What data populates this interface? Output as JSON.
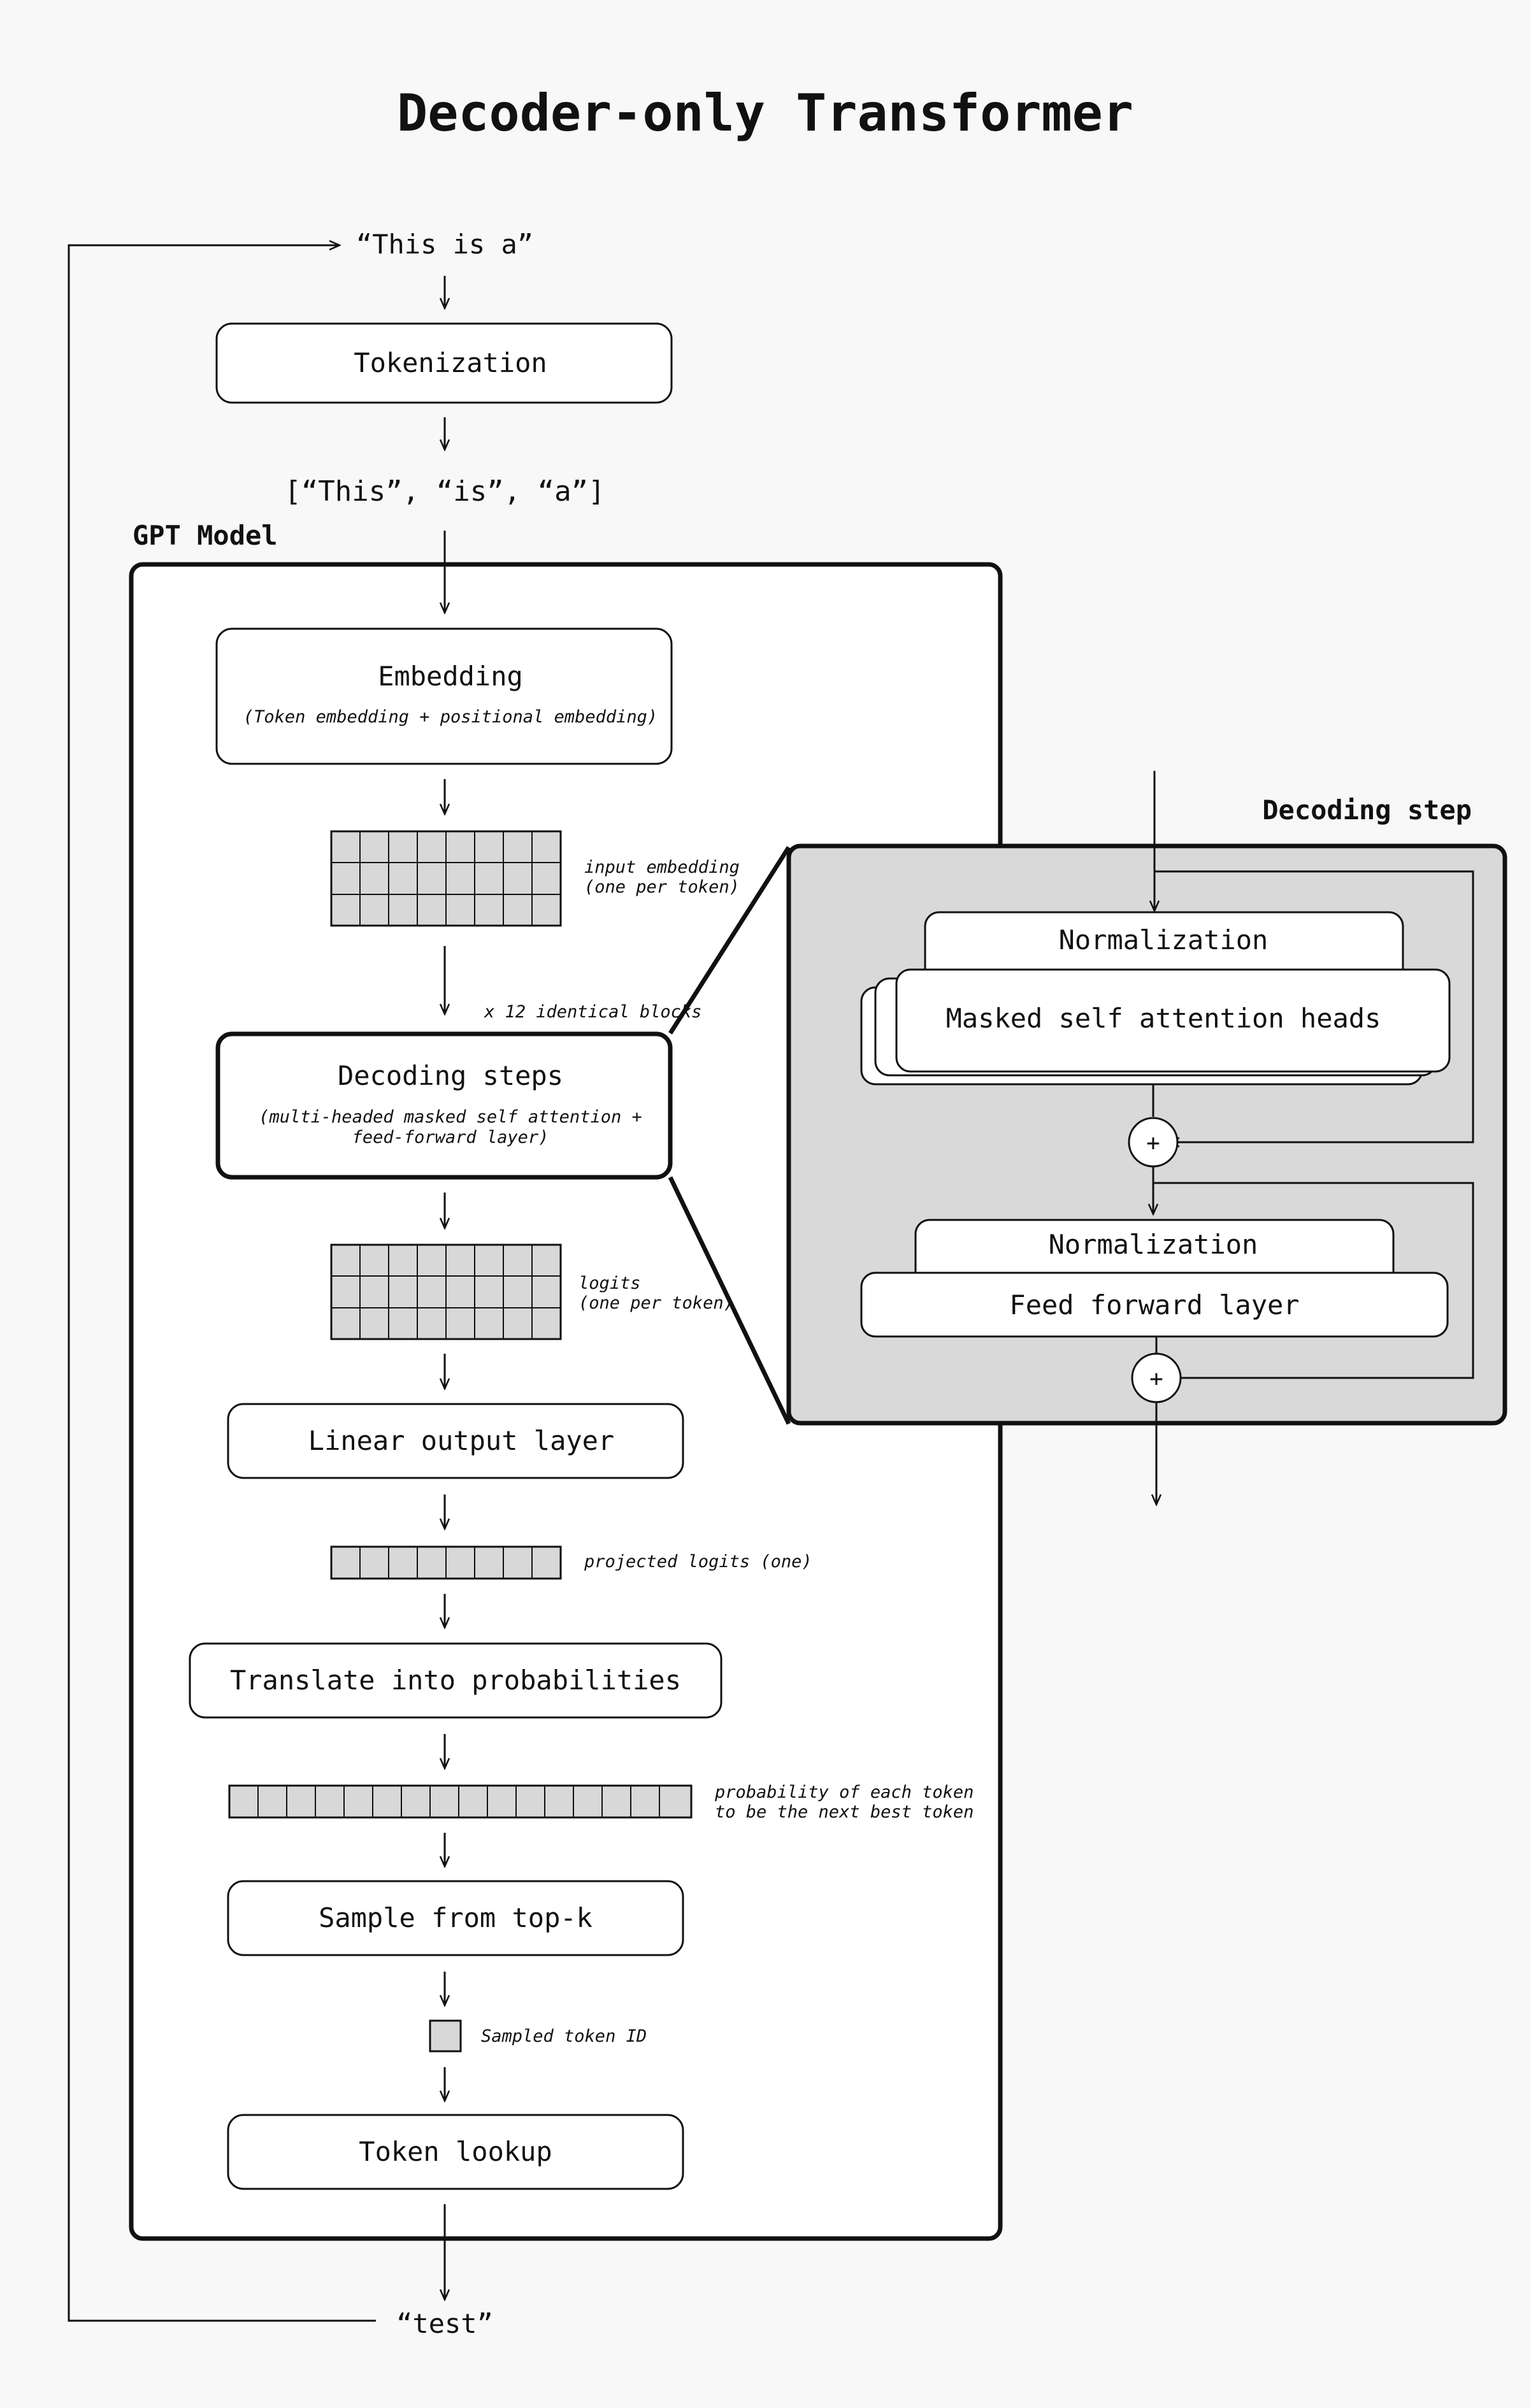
{
  "title": "Decoder-only Transformer",
  "input_text": "“This is a”",
  "tokenization_label": "Tokenization",
  "tokens_text": "[“This”, “is”, “a”]",
  "gpt_model_label": "GPT Model",
  "embedding": {
    "label": "Embedding",
    "sub": "(Token embedding + positional embedding)"
  },
  "input_embedding_note": {
    "line1": "input embedding",
    "line2": "(one per token)"
  },
  "blocks_note": "x 12 identical blocks",
  "decoding_steps": {
    "label": "Decoding steps",
    "sub1": "(multi-headed masked self attention +",
    "sub2": "feed-forward layer)"
  },
  "logits_note": {
    "line1": "logits",
    "line2": "(one per token)"
  },
  "linear_output_label": "Linear output layer",
  "projected_note": "projected logits (one)",
  "probabilities_label": "Translate into probabilities",
  "probability_note": {
    "line1": "probability of each token",
    "line2": "to be the next best token"
  },
  "sample_label": "Sample from top-k",
  "sampled_note": "Sampled token ID",
  "lookup_label": "Token lookup",
  "output_text": "“test”",
  "decoding_step_panel": {
    "title": "Decoding step",
    "norm1": "Normalization",
    "attention": "Masked self attention heads",
    "plus1": "+",
    "norm2": "Normalization",
    "ff": "Feed forward layer",
    "plus2": "+"
  },
  "colors": {
    "background": "#f8f8f8",
    "stroke": "#111111",
    "grid_fill": "#d8d8d8",
    "panel_fill": "#d9d9d9"
  }
}
